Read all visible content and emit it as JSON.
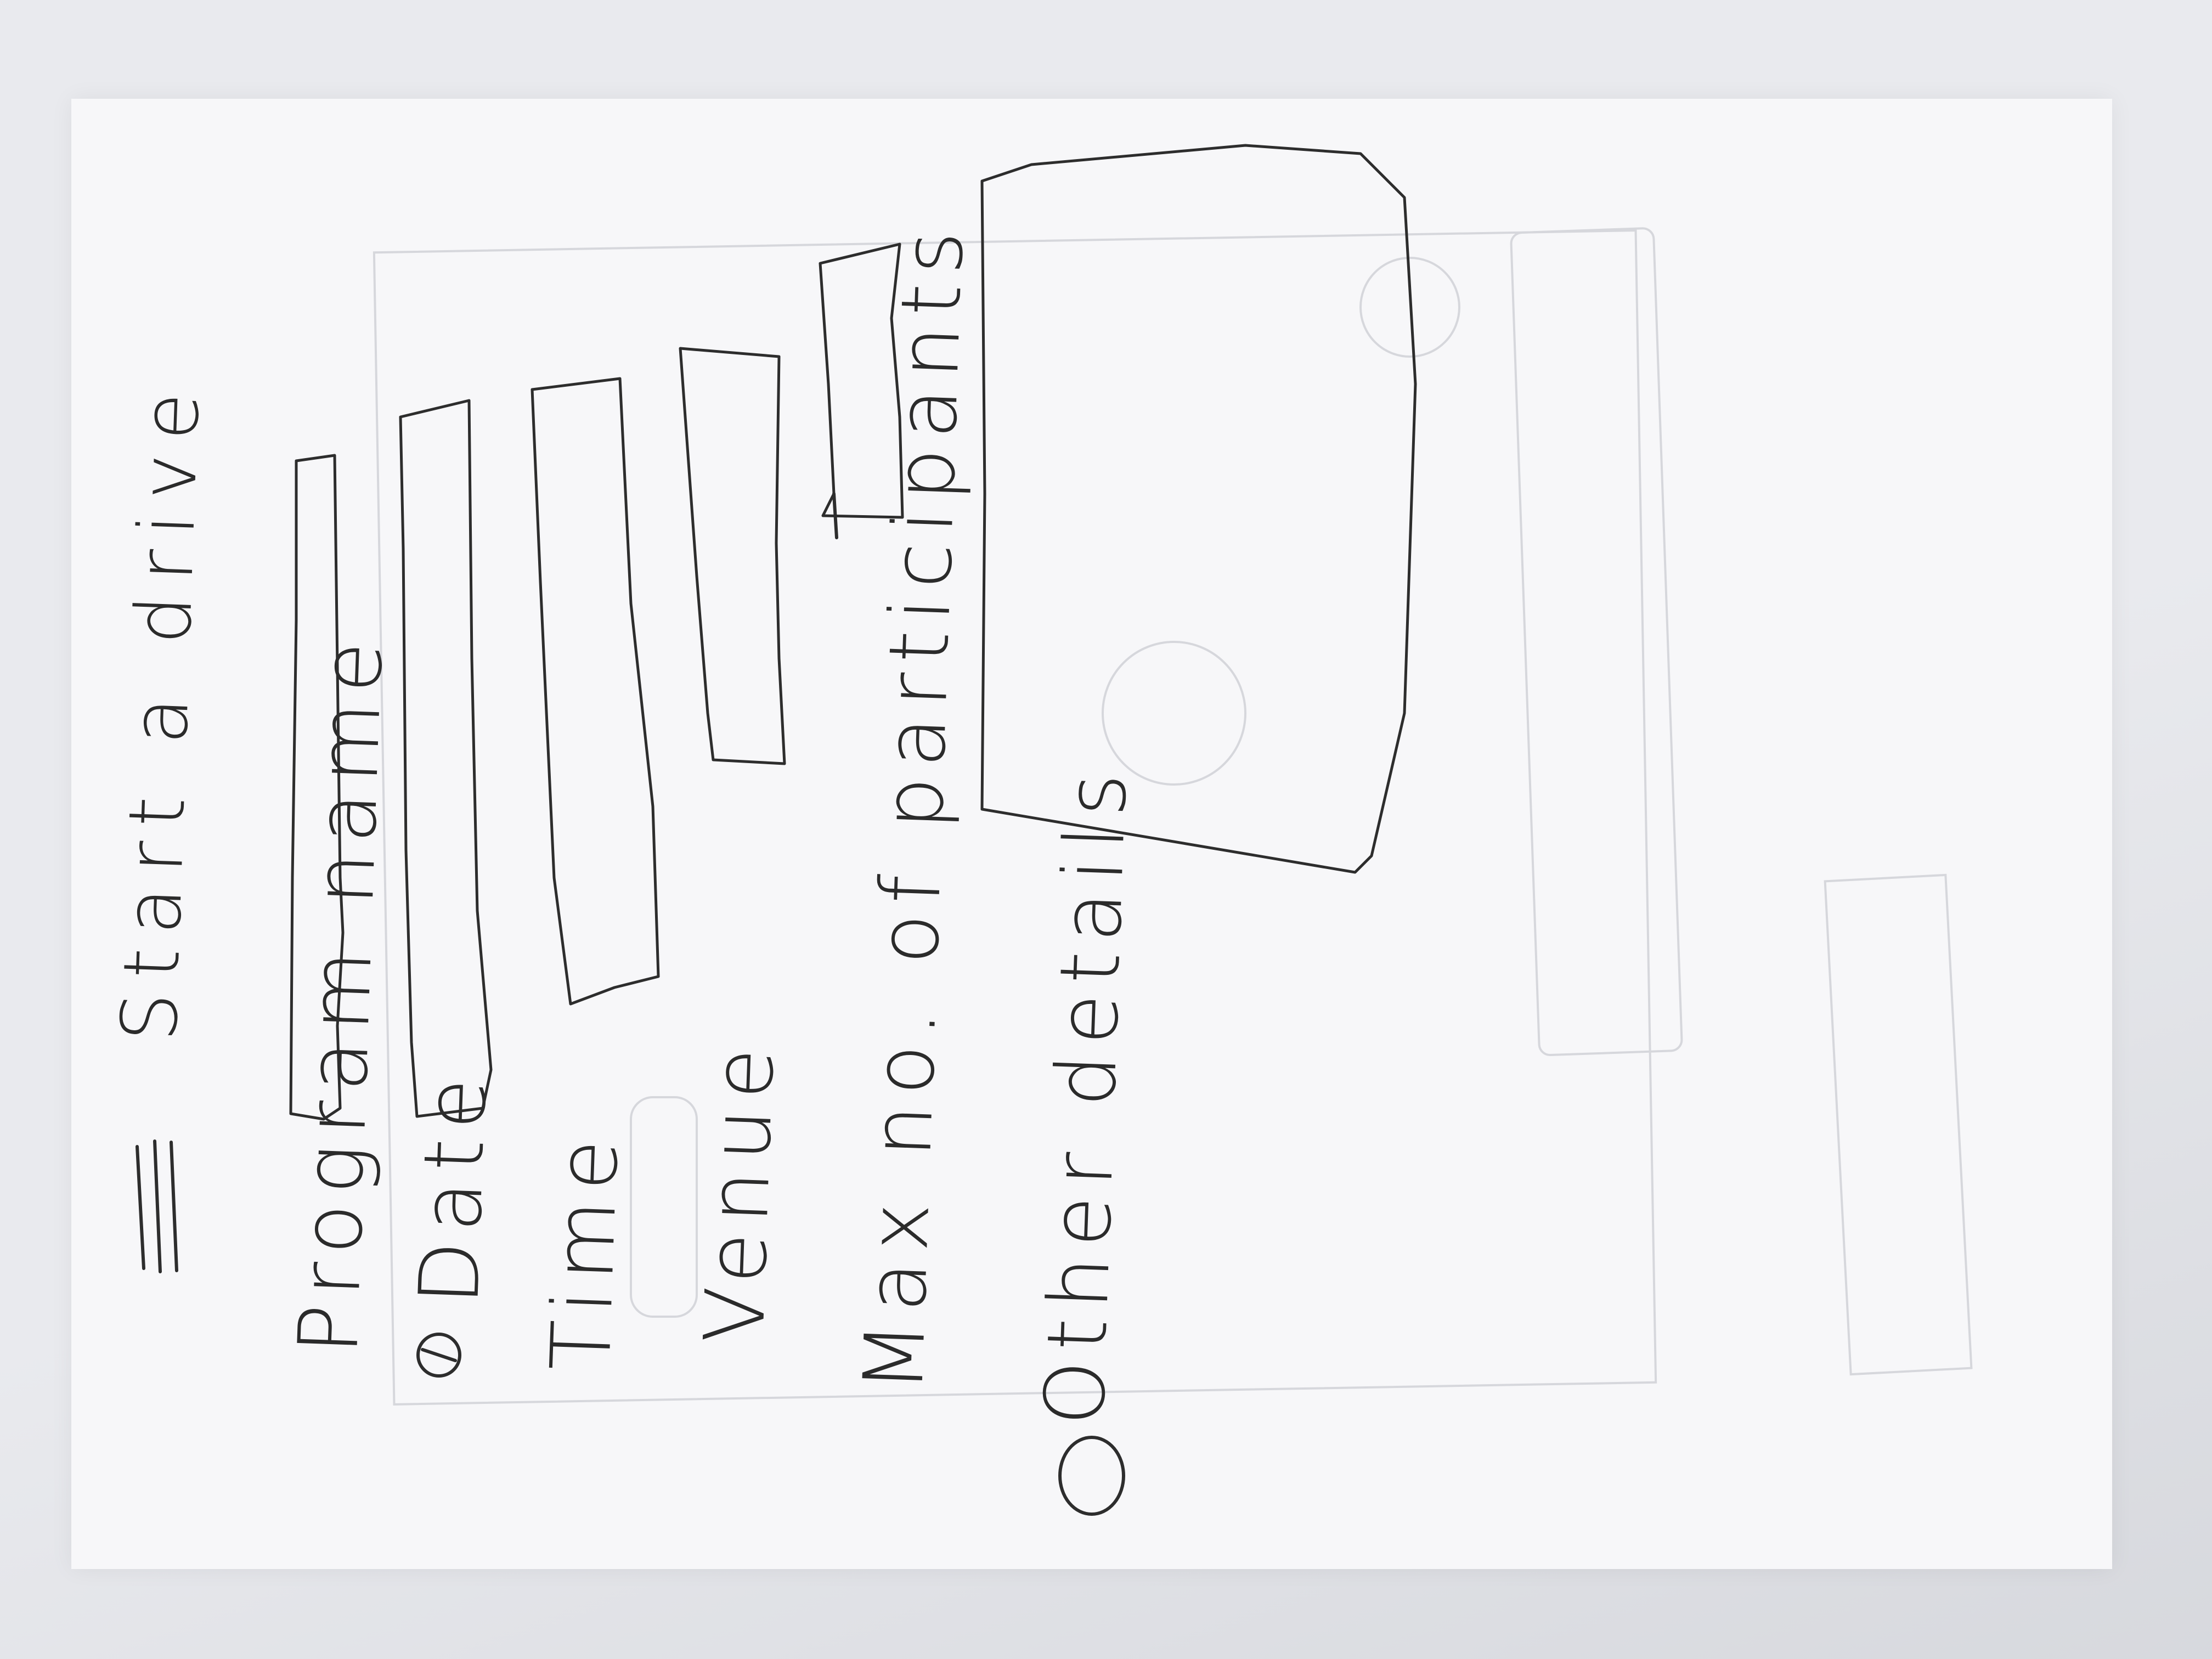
{
  "header": {
    "menu_icon": "hamburger-menu-icon",
    "title": "Start a drive"
  },
  "form": {
    "fields": [
      {
        "label": "Program name"
      },
      {
        "label": "Date"
      },
      {
        "label": "Time"
      },
      {
        "label": "Venue"
      },
      {
        "label": "Max no. of participants"
      },
      {
        "label": "Other details"
      }
    ]
  },
  "colors": {
    "ink": "#2d2d2d",
    "paper": "#f7f7f9",
    "background": "#e9eaee"
  }
}
